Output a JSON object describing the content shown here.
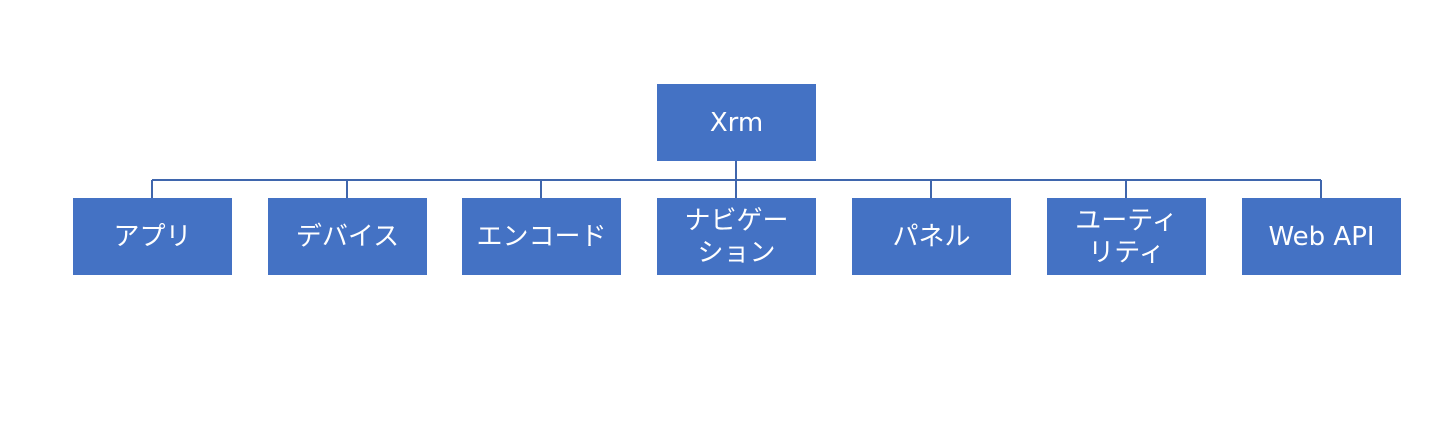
{
  "diagram": {
    "root": {
      "label": "Xrm"
    },
    "children": [
      {
        "label": "アプリ"
      },
      {
        "label": "デバイス"
      },
      {
        "label": "エンコード"
      },
      {
        "label": "ナビゲー\nション"
      },
      {
        "label": "パネル"
      },
      {
        "label": "ユーティ\nリティ"
      },
      {
        "label": "Web API"
      }
    ],
    "colors": {
      "node_fill": "#4472c4",
      "node_text": "#ffffff",
      "connector": "#3f66ad"
    }
  }
}
